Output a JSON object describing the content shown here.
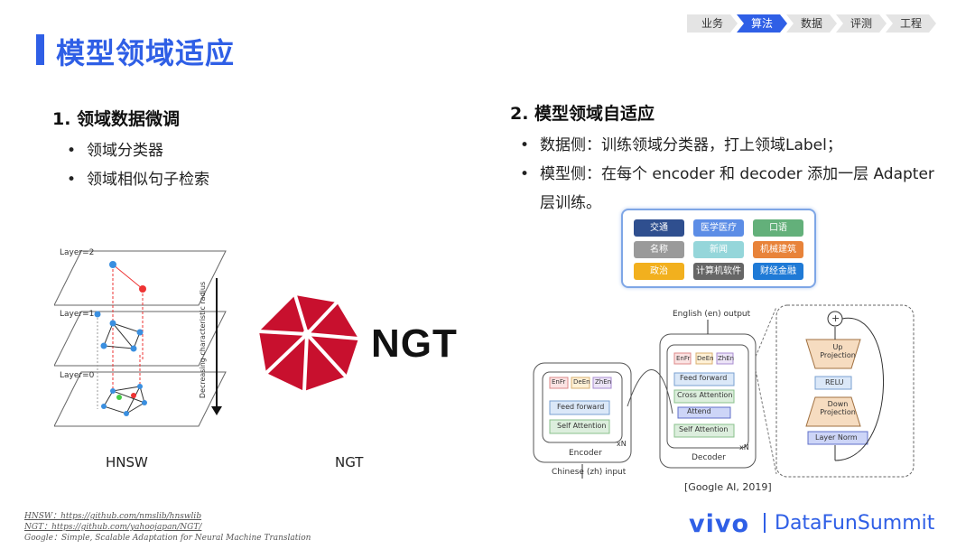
{
  "breadcrumb": [
    "业务",
    "算法",
    "数据",
    "评测",
    "工程"
  ],
  "breadcrumb_active": 1,
  "title": "模型领域适应",
  "section1": {
    "heading": "1.  领域数据微调",
    "bullets": [
      "领域分类器",
      "领域相似句子检索"
    ]
  },
  "section2": {
    "heading": "2. 模型领域自适应",
    "bullets": [
      "数据侧：训练领域分类器，打上领域Label；",
      "模型侧：在每个 encoder 和 decoder 添加一层 Adapter",
      "层训练。"
    ]
  },
  "domain_tags": [
    {
      "label": "交通",
      "color": "#2f4f8f"
    },
    {
      "label": "医学医疗",
      "color": "#5c8de6"
    },
    {
      "label": "口语",
      "color": "#63b07a"
    },
    {
      "label": "名称",
      "color": "#9a9a9a"
    },
    {
      "label": "新闻",
      "color": "#95d6da"
    },
    {
      "label": "机械建筑",
      "color": "#e8833a"
    },
    {
      "label": "政治",
      "color": "#f2b01e"
    },
    {
      "label": "计算机软件",
      "color": "#666666"
    },
    {
      "label": "财经金融",
      "color": "#1f7ad6"
    }
  ],
  "hnsw": {
    "layers": [
      "Layer=2",
      "Layer=1",
      "Layer=0"
    ],
    "axis_label": "Decreasing characteristic radius",
    "caption": "HNSW"
  },
  "ngt": {
    "wordmark": "NGT",
    "caption": "NGT"
  },
  "adapter": {
    "output_label": "English (en) output",
    "input_label": "Chinese (zh) input",
    "encoder_label": "Encoder",
    "decoder_label": "Decoder",
    "xn": "xN",
    "lang_tags": [
      "EnFr",
      "DeEn",
      "ZhEn"
    ],
    "feed_forward": "Feed forward",
    "self_attention": "Self Attention",
    "cross_attention": "Cross Attention",
    "attend": "Attend",
    "up_projection": "Up Projection",
    "relu": "RELU",
    "down_projection": "Down Projection",
    "layer_norm": "Layer Norm",
    "plus": "+",
    "citation": "[Google AI, 2019]"
  },
  "footer": {
    "refs": [
      "HNSW：https://github.com/nmslib/hnswlib",
      "NGT：https://github.com/yahoojapan/NGT/",
      "Google：Simple, Scalable Adaptation for Neural Machine Translation"
    ],
    "brand_vivo": "vivo",
    "brand_dfs": "DataFunSummit"
  },
  "colors": {
    "accent": "#2f5fe6"
  }
}
